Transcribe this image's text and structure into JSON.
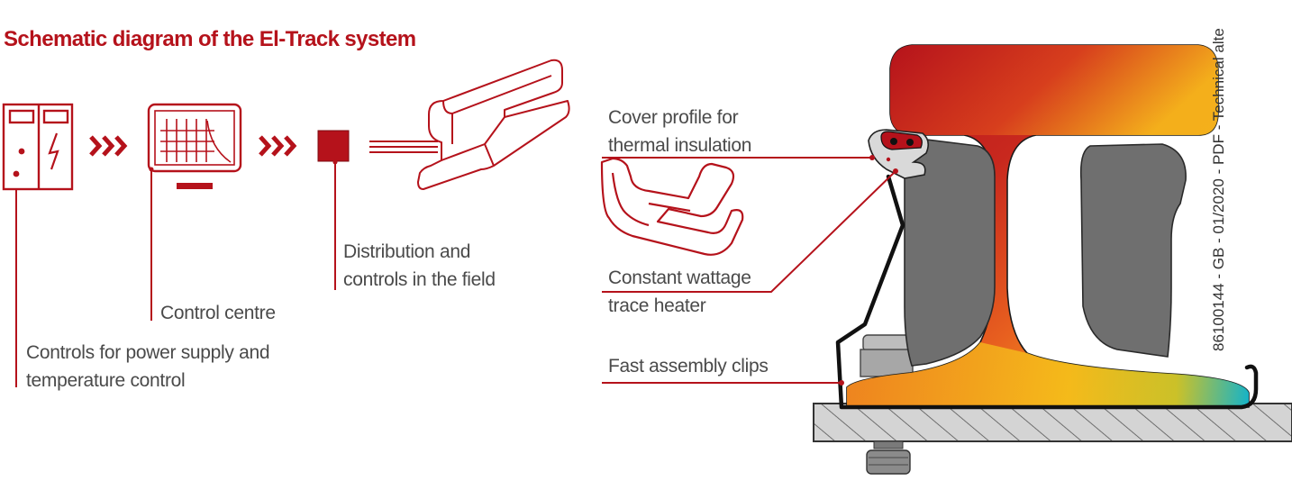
{
  "title": "Schematic diagram of the El-Track system",
  "labels": {
    "cover_profile": [
      "Cover profile for",
      "thermal insulation"
    ],
    "trace_heater": [
      "Constant wattage",
      "trace heater"
    ],
    "assembly_clips": "Fast assembly clips",
    "distribution": [
      "Distribution and",
      "controls in the field"
    ],
    "control_centre": "Control centre",
    "power_controls": [
      "Controls for power supply and",
      "temperature control"
    ]
  },
  "doc_reference": "86100144 - GB - 01/2020 - PDF - Technical alte",
  "colors": {
    "accent": "#b5121b",
    "text": "#4a4a4a",
    "steel": "#6f6f6f",
    "heat_hot": "#b5121b",
    "heat_mid": "#f39a1e",
    "heat_cool": "#1fb5c4",
    "ground": "#d4d4d4"
  },
  "icons": [
    "control-cabinet-icon",
    "chevron-arrows-icon",
    "monitor-icon",
    "junction-box-icon",
    "rail-icon",
    "cover-profile-icon",
    "rail-cross-section-icon"
  ]
}
